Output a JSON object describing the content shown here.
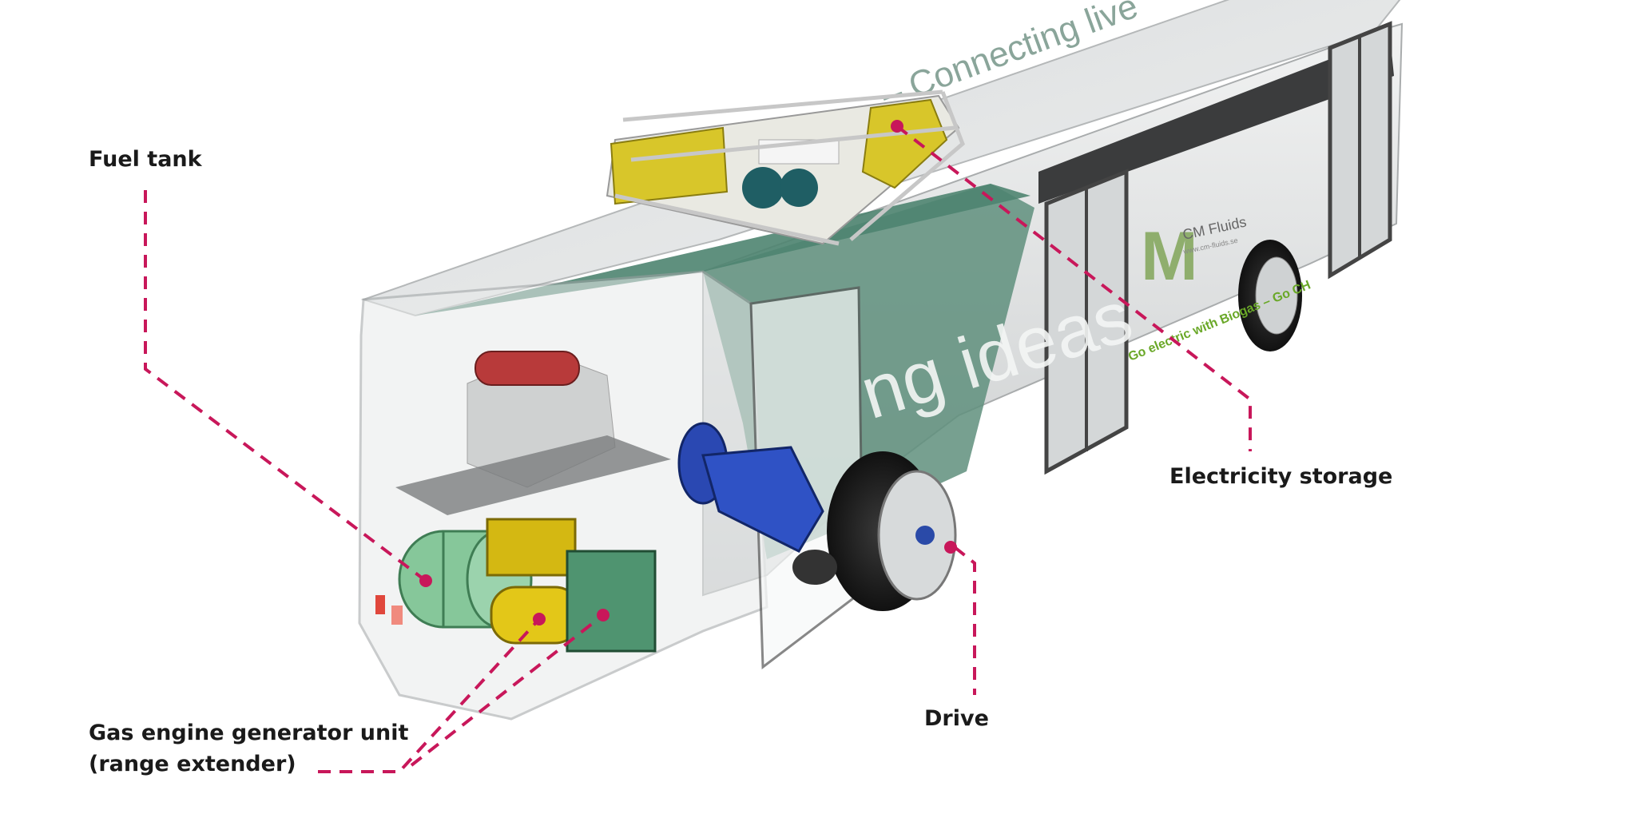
{
  "labels": {
    "fuel_tank": "Fuel tank",
    "gas_engine_line1": "Gas engine generator unit",
    "gas_engine_line2": "(range extender)",
    "electricity_storage": "Electricity storage",
    "drive": "Drive"
  },
  "bus_livery": {
    "side_text_large": "ng ideas",
    "roof_text": "– Connecting live",
    "logo_letter": "M",
    "brand_name": "CM Fluids",
    "brand_url": "www.cm-fluids.se",
    "slogan": "Go electric with Biogas – Go CH"
  },
  "colors": {
    "leader_line": "#c8175a",
    "livery_green": "#5f8f7c",
    "slogan_green": "#6aa828",
    "label_text": "#1a1a1a"
  }
}
